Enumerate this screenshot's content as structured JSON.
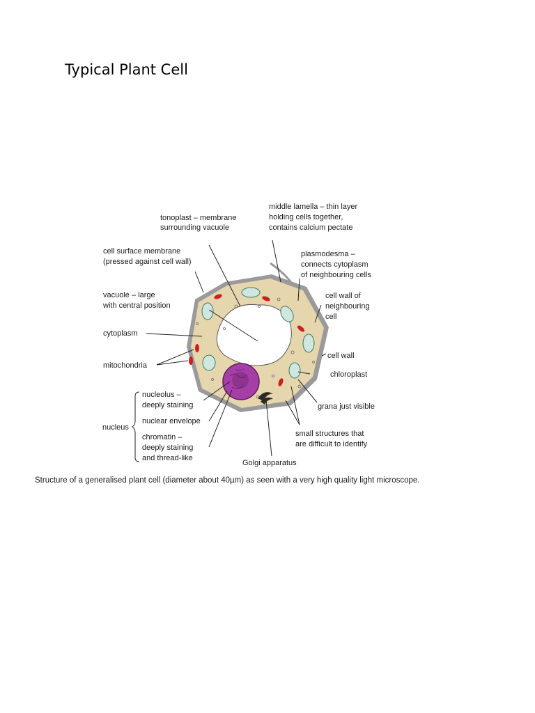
{
  "page": {
    "title": "Typical Plant Cell"
  },
  "diagram": {
    "labels": {
      "tonoplast": [
        "tonoplast – membrane",
        "surrounding vacuole"
      ],
      "middle_lamella": [
        "middle lamella – thin layer",
        "holding cells together,",
        "contains calcium pectate"
      ],
      "cell_surface_membrane": [
        "cell surface membrane",
        "(pressed against cell wall)"
      ],
      "plasmodesma": [
        "plasmodesma –",
        "connects cytoplasm",
        "of neighbouring cells"
      ],
      "vacuole": [
        "vacuole – large",
        "with central position"
      ],
      "cell_wall_neighbouring": [
        "cell wall of",
        "neighbouring",
        "cell"
      ],
      "cytoplasm": [
        "cytoplasm"
      ],
      "mitochondria": [
        "mitochondria"
      ],
      "cell_wall": [
        "cell wall"
      ],
      "chloroplast": [
        "chloroplast"
      ],
      "nucleolus": [
        "nucleolus –",
        "deeply staining"
      ],
      "nuclear_envelope": [
        "nuclear envelope"
      ],
      "nucleus": [
        "nucleus"
      ],
      "chromatin": [
        "chromatin –",
        "deeply staining",
        "and thread-like"
      ],
      "grana": [
        "grana just visible"
      ],
      "small_structures": [
        "small structures that",
        "are difficult to identify"
      ],
      "golgi": [
        "Golgi apparatus"
      ]
    },
    "caption": "Structure of a generalised plant cell (diameter about 40µm) as seen with a very high quality light microscope.",
    "colors": {
      "cytoplasm": "#e6d6ad",
      "cell_wall": "#9a9a9a",
      "vacuole": "#ffffff",
      "chloroplast": "#cfe7df",
      "chloroplast_outline": "#3a7a66",
      "mitochondria": "#cc1f1f",
      "nucleus": "#a63ea8",
      "golgi": "#2a2a2a"
    }
  }
}
